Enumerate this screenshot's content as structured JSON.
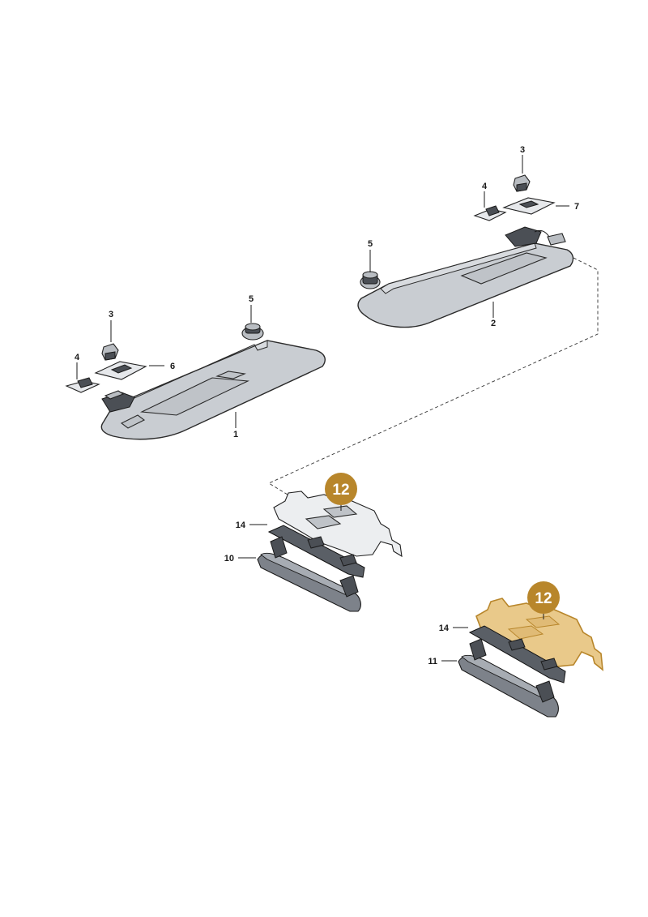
{
  "colors": {
    "badge_fill": "#b8862b",
    "badge_text": "#ffffff",
    "highlight_fill": "#e9c98a"
  },
  "callouts": {
    "left_visor": {
      "visor": "1",
      "mount_clip": "3",
      "clip_cover": "4",
      "pivot_clip": "5",
      "mount_plate": "6"
    },
    "right_visor": {
      "visor": "2",
      "mount_clip": "3",
      "clip_cover": "4",
      "pivot_clip": "5",
      "mount_plate": "7"
    },
    "handle_assembly_1": {
      "bracket_badge": "12",
      "strip": "14",
      "handle": "10"
    },
    "handle_assembly_2": {
      "bracket_badge": "12",
      "strip": "14",
      "handle": "11"
    }
  }
}
